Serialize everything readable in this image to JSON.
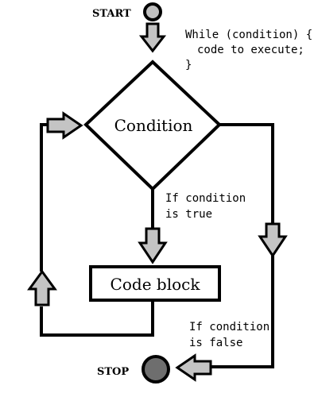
{
  "start_label": "START",
  "stop_label": "STOP",
  "code_snippet": {
    "line1": "While (condition) {",
    "line2": "code to execute;",
    "line3": "}"
  },
  "condition_label": "Condition",
  "code_block_label": "Code block",
  "true_branch": {
    "line1": "If condition",
    "line2": "is true"
  },
  "false_branch": {
    "line1": "If condition",
    "line2": "is false"
  },
  "colors": {
    "start_fill": "#c0c0c0",
    "stop_fill": "#6e6e6e",
    "arrow_fill": "#c4c4c4",
    "stroke": "#000000"
  }
}
